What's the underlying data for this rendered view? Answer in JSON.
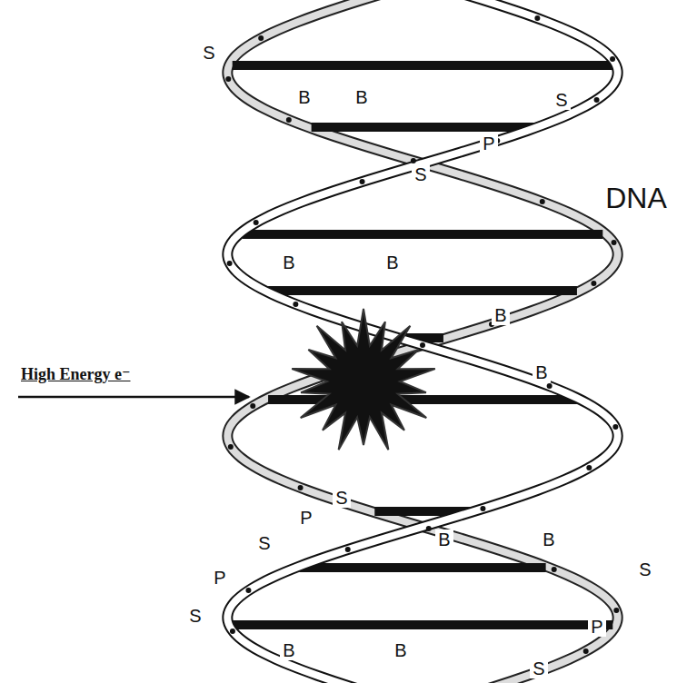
{
  "diagram": {
    "labels": [
      "S",
      "B",
      "B",
      "S",
      "P",
      "S",
      "DNA",
      "B",
      "B",
      "B",
      "High Energy e⁻",
      "B",
      "S",
      "P",
      "B",
      "B",
      "S",
      "P",
      "S",
      "S",
      "P",
      "B",
      "B",
      "S"
    ]
  }
}
